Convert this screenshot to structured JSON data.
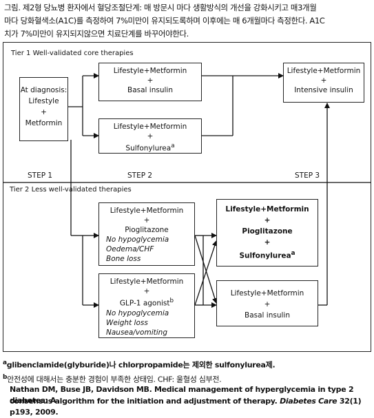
{
  "caption": {
    "line1": "그림. 제2형 당뇨병 환자에서 혈당조절단계: 매 방문시 마다 생활방식의 개선을 강화시키고 매3개월",
    "line2": "마다 당화혈색소(A1C)를 측정하여 7%미만이 유지되도록하며 이후에는 매 6개월마다 측정한다. A1C",
    "line3": "치가 7%미만이 유지되지않으면 치료단계를 바꾸어야한다."
  },
  "tier1_label": "Tier 1  Well-validated core therapies",
  "tier2_label": "Tier 2  Less well-validated therapies",
  "steps": {
    "step1": "STEP 1",
    "step2": "STEP 2",
    "step3": "STEP 3"
  },
  "boxes": {
    "diagnosis": {
      "l1": "At diagnosis:",
      "l2": "Lifestyle",
      "l3": "+",
      "l4": "Metformin"
    },
    "basal": {
      "l1": "Lifestyle+Metformin",
      "l2": "+",
      "l3": "Basal insulin"
    },
    "sulf": {
      "l1": "Lifestyle+Metformin",
      "l2": "+",
      "l3": "Sulfonylurea",
      "sup": "a"
    },
    "intensive": {
      "l1": "Lifestyle+Metformin",
      "l2": "+",
      "l3": "Intensive insulin"
    },
    "pio": {
      "l1": "Lifestyle+Metformin",
      "l2": "+",
      "l3": "Pioglitazone",
      "n1": "No hypoglycemia",
      "n2": "Oedema/CHF",
      "n3": "Bone loss"
    },
    "glp": {
      "l1": "Lifestyle+Metformin",
      "l2": "+",
      "l3": "GLP-1 agonist",
      "sup": "b",
      "n1": "No hypoglycemia",
      "n2": "Weight loss",
      "n3": "Nausea/vomiting"
    },
    "pio_sulf": {
      "l1": "Lifestyle+Metformin",
      "l2": "+",
      "l3": "Pioglitazone",
      "l4": "+",
      "l5": "Sulfonylurea",
      "sup": "a"
    },
    "basal2": {
      "l1": "Lifestyle+Metformin",
      "l2": "+",
      "l3": "Basal insulin"
    }
  },
  "footnotes": {
    "a_mark": "a",
    "a_text": "glibenclamide(glyburide)나 chlorpropamide는 제외한 sulfonylurea제.",
    "b_mark": "b",
    "b_text": "안전성에 대해서는 충분한 경험이 부족한 상태임. CHF: 울혈성 심부전.",
    "ref1": "Nathan DM, Buse JB, Davidson MB. Medical management of hyperglycemia in type 2 diabetes: A",
    "ref2a": "consensus algorithm for the initiation and adjustment of therapy. ",
    "ref2b": "Diabetes Care",
    "ref2c": " 32(1) p193, 2009."
  }
}
